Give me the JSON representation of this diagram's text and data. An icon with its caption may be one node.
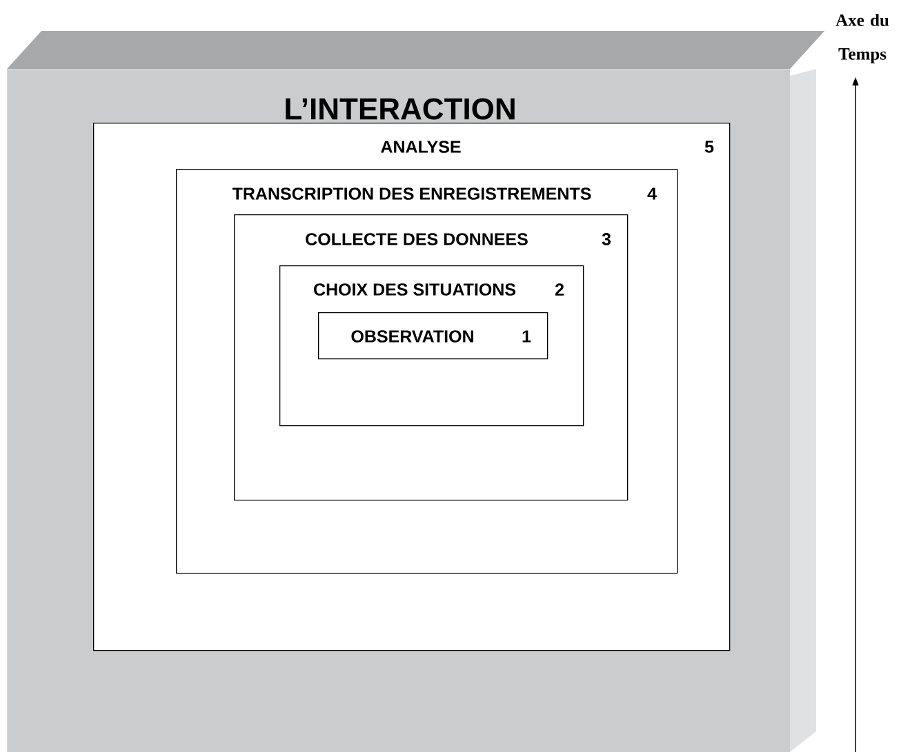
{
  "diagram": {
    "nodes": [
      {
        "text": [
          "L’INTERACTION"
        ]
      },
      {
        "text": [
          "ANALYSE",
          "5"
        ],
        "in": 0
      },
      {
        "text": [
          "TRANSCRIPTION DES ENREGISTREMENTS",
          "4"
        ],
        "in": 1
      },
      {
        "text": [
          "COLLECTE DES DONNEES",
          "3"
        ],
        "in": 2
      },
      {
        "text": [
          "CHOIX DES SITUATIONS",
          "2"
        ],
        "in": 3
      },
      {
        "text": [
          "OBSERVATION",
          "1"
        ],
        "in": 4
      }
    ],
    "edges": [],
    "labels": [
      "Axe du Temps"
    ]
  }
}
